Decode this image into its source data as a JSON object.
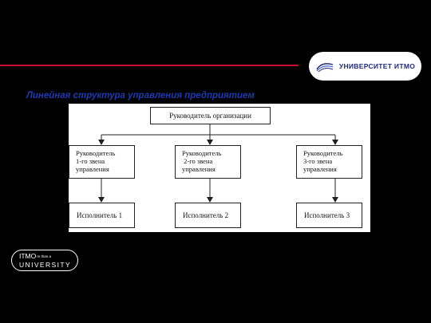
{
  "header": {
    "university_logo_text": "УНИВЕРСИТЕТ ИТМО"
  },
  "slide": {
    "title": "Линейная структура управления предприятием"
  },
  "diagram": {
    "top_box": "Руководитель организации",
    "managers": [
      "Руководитель\n1-го звена\nуправления",
      "Руководитель\n 2-го звена\nуправления",
      "Руководитель\n3-го звена\nуправления"
    ],
    "executors": [
      "Исполнитель 1",
      "Исполнитель 2",
      "Исполнитель 3"
    ]
  },
  "footer_logo": {
    "line1": "ITMO",
    "line1_small": "re than a",
    "line2": "UNIVERSITY"
  },
  "colors": {
    "accent_line": "#c8102e",
    "title": "#1c3ab2",
    "logo_text": "#1f2a7a"
  }
}
